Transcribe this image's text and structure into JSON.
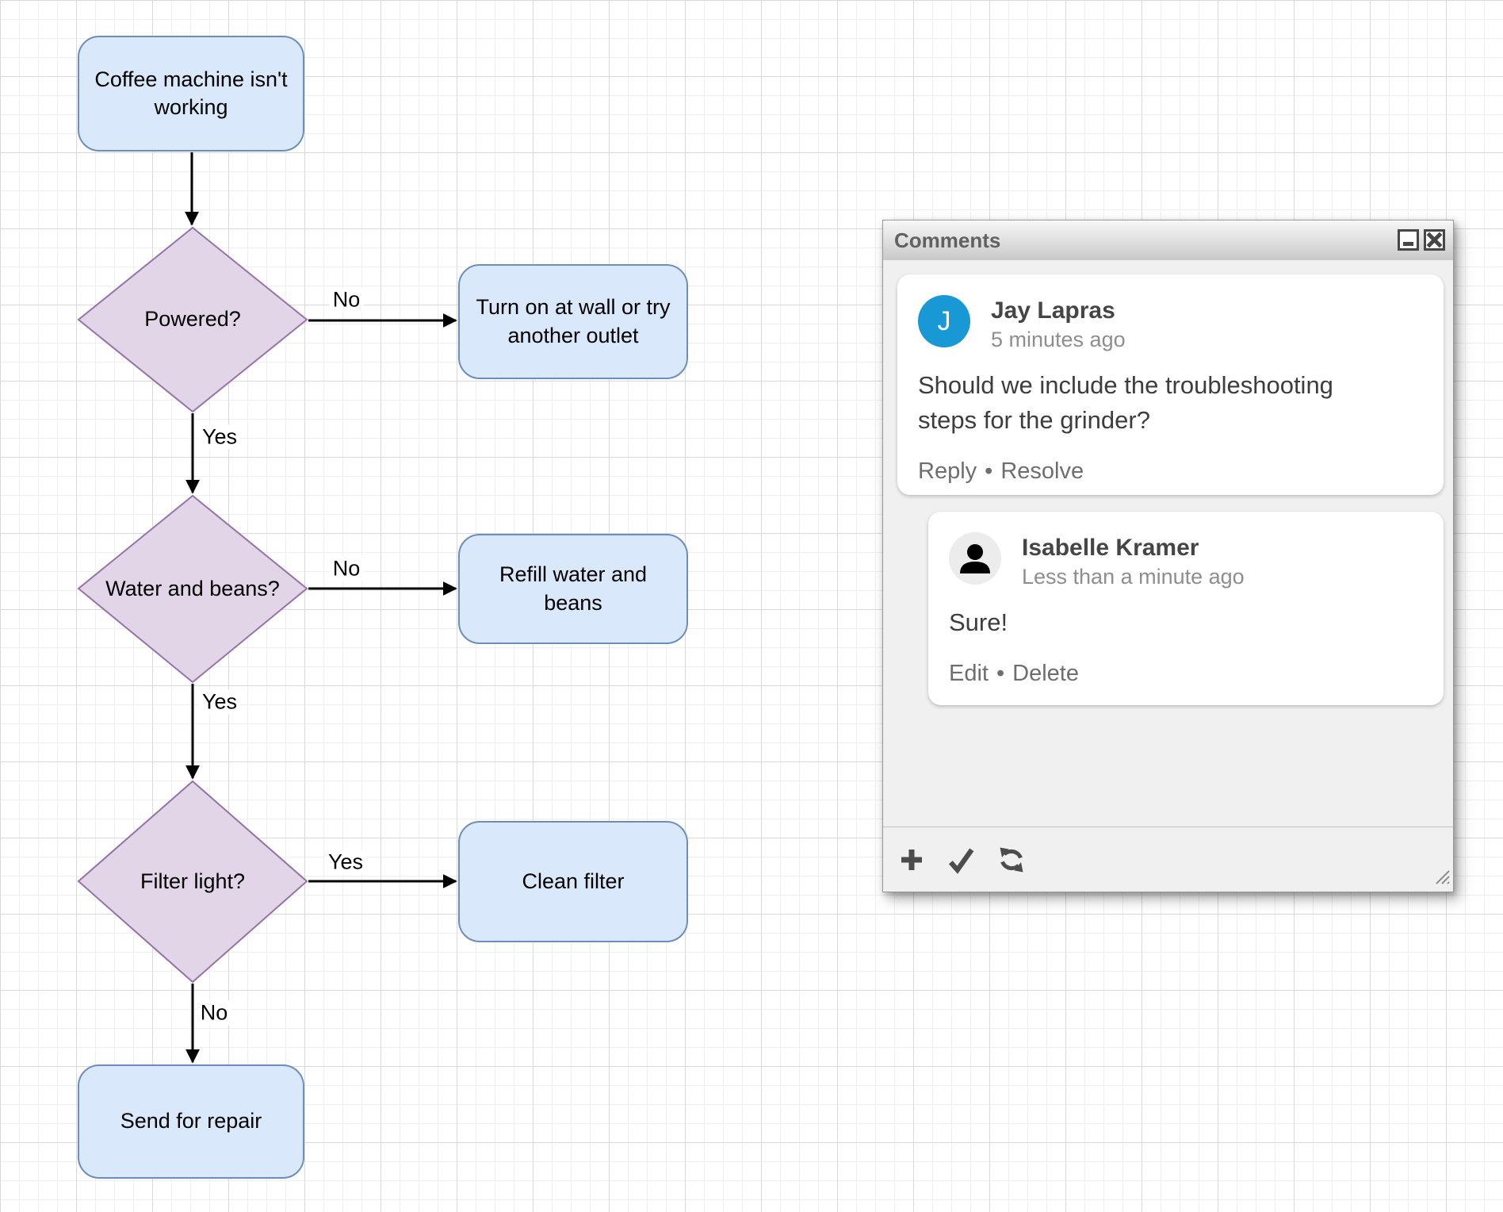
{
  "flowchart": {
    "colors": {
      "process_fill": "#dae8fc",
      "process_stroke": "#6c8ebf",
      "decision_fill": "#e1d5e7",
      "decision_stroke": "#9673a6",
      "edge": "#000000"
    },
    "nodes": [
      {
        "id": "start",
        "type": "process",
        "label": "Coffee machine isn't working"
      },
      {
        "id": "powered",
        "type": "decision",
        "label": "Powered?"
      },
      {
        "id": "outlet",
        "type": "process",
        "label": "Turn on at wall or try another outlet"
      },
      {
        "id": "water-beans",
        "type": "decision",
        "label": "Water and beans?"
      },
      {
        "id": "refill",
        "type": "process",
        "label": "Refill water and beans"
      },
      {
        "id": "filter-light",
        "type": "decision",
        "label": "Filter light?"
      },
      {
        "id": "clean-filter",
        "type": "process",
        "label": "Clean filter"
      },
      {
        "id": "repair",
        "type": "process",
        "label": "Send for repair"
      }
    ],
    "edge_labels": [
      "No",
      "Yes",
      "No",
      "Yes",
      "Yes",
      "No"
    ]
  },
  "comments_window": {
    "title": "Comments",
    "separator": "•",
    "titlebar_icons": [
      "minimize-icon",
      "close-icon"
    ],
    "footer_icons": [
      "add-comment-icon",
      "check-icon",
      "refresh-icon"
    ],
    "comments": [
      {
        "author": "Jay Lapras",
        "avatar_initial": "J",
        "avatar_color": "#1899D6",
        "timestamp": "5 minutes ago",
        "body": "Should we include the troubleshooting steps for the grinder?",
        "actions": [
          "Reply",
          "Resolve"
        ]
      },
      {
        "author": "Isabelle Kramer",
        "avatar_icon": "person-icon",
        "timestamp": "Less than a minute ago",
        "body": "Sure!",
        "actions": [
          "Edit",
          "Delete"
        ]
      }
    ]
  }
}
